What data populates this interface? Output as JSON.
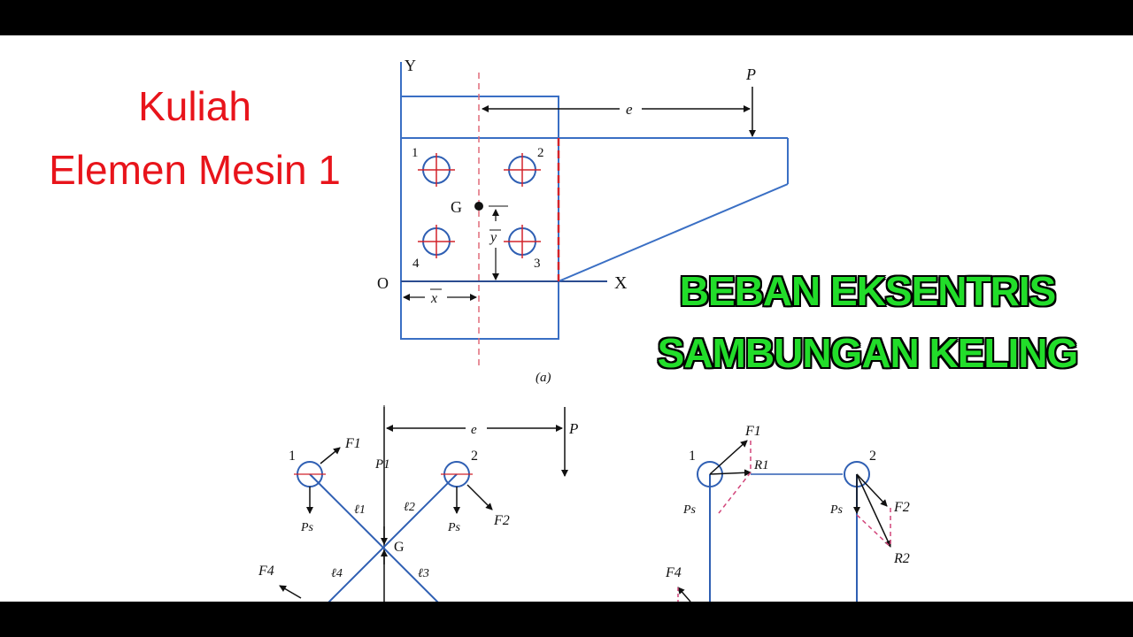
{
  "title_lines": [
    "Kuliah",
    "Elemen Mesin 1"
  ],
  "banner_lines": [
    "BEBAN EKSENTRIS",
    "SAMBUNGAN KELING"
  ],
  "figure_a": {
    "axis_y": "Y",
    "axis_x": "X",
    "origin": "O",
    "load": "P",
    "eccentricity": "e",
    "centroid": "G",
    "y_bar": "y",
    "x_bar": "x",
    "rivets": [
      "1",
      "2",
      "3",
      "4"
    ],
    "caption": "(a)"
  },
  "figure_b": {
    "rivets": [
      "1",
      "2"
    ],
    "forces": [
      "F1",
      "F2",
      "F4"
    ],
    "load": "P",
    "eccentricity": "e",
    "p1": "P1",
    "ps": "Ps",
    "distances": [
      "ℓ1",
      "ℓ2",
      "ℓ3",
      "ℓ4"
    ],
    "centroid": "G"
  },
  "figure_c": {
    "rivets": [
      "1",
      "2"
    ],
    "forces": [
      "F1",
      "F2",
      "F4"
    ],
    "resultants": [
      "R1",
      "R2"
    ],
    "ps": "Ps"
  }
}
